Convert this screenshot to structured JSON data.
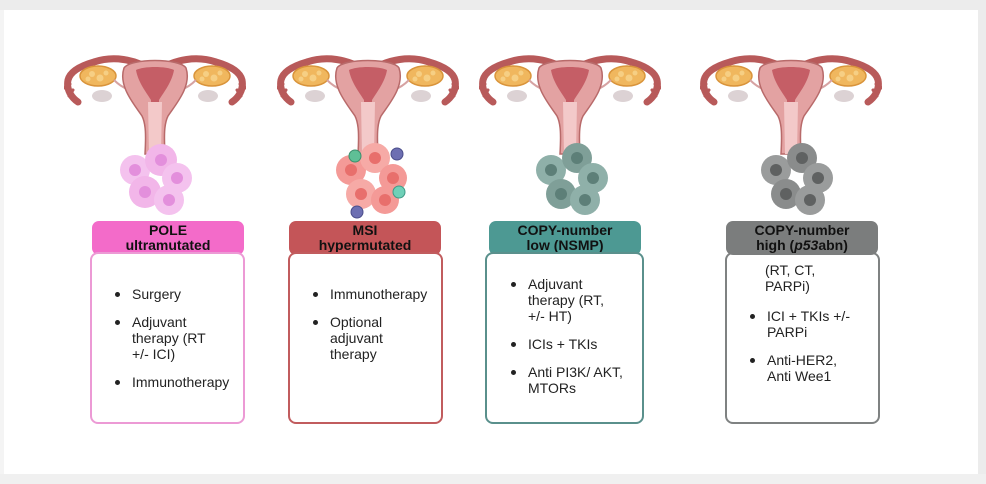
{
  "panels": [
    {
      "id": "pole",
      "header_line1": "POLE",
      "header_line2": "ultramutated",
      "header_color": "#f36bc9",
      "border_color": "#ec9ad5",
      "cell_color": "#f2b6e9",
      "cell_core": "#e38fdc",
      "cell_style": "pink-cells",
      "items": [
        "Surgery",
        "Adjuvant therapy (RT +/- ICI)",
        "Immunotherapy"
      ]
    },
    {
      "id": "msi",
      "header_line1": "MSI",
      "header_line2": "hypermutated",
      "header_color": "#c45558",
      "border_color": "#c15c5e",
      "cell_color": "#f49a97",
      "cell_core": "#e86f6c",
      "cell_style": "red-cells-with-immune-cells",
      "items": [
        "Immunotherapy",
        "Optional adjuvant therapy"
      ]
    },
    {
      "id": "cnl",
      "header_line1": "COPY-number",
      "header_line2": "low (NSMP)",
      "header_color": "#4d9993",
      "border_color": "#5a908c",
      "cell_color": "#7f9f98",
      "cell_core": "#5d7f78",
      "cell_style": "teal-cells",
      "items": [
        "Adjuvant therapy (RT, +/- HT)",
        "ICIs + TKIs",
        "Anti PI3K/ AKT, MTORs"
      ]
    },
    {
      "id": "cnh",
      "header_line1": "COPY-number",
      "header_line2_prefix": "high (",
      "header_line2_italic": "p53",
      "header_line2_suffix": "abn)",
      "header_color": "#7b7d7d",
      "border_color": "#7f8282",
      "cell_color": "#8a8c8c",
      "cell_core": "#5f6161",
      "cell_style": "grey-cells",
      "lead_text": "(RT, CT, PARPi)",
      "items": [
        "ICI + TKIs +/- PARPi",
        "Anti-HER2, Anti Wee1"
      ]
    }
  ]
}
